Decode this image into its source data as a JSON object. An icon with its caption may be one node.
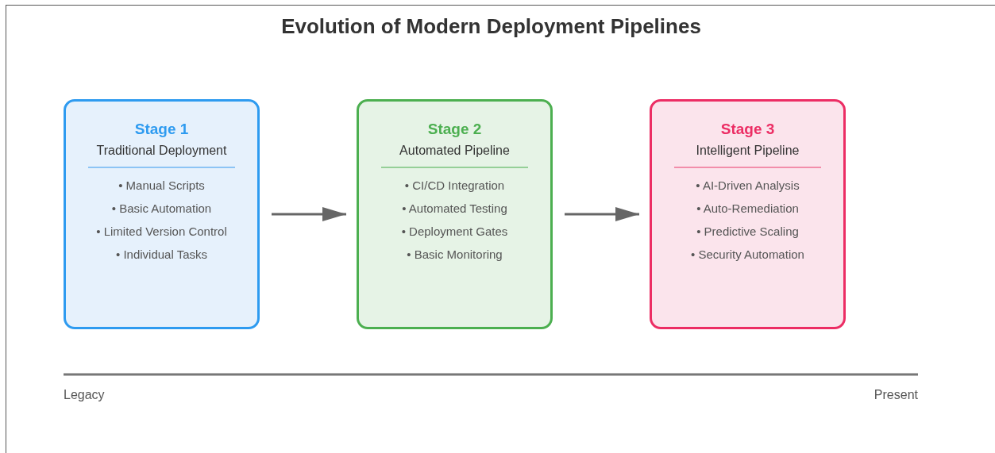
{
  "diagram": {
    "title": "Evolution of Modern Deployment Pipelines",
    "nodes": [
      {
        "text": [
          "Stage 1",
          "Traditional Deployment",
          "• Manual Scripts",
          "• Basic Automation",
          "• Limited Version Control",
          "• Individual Tasks"
        ]
      },
      {
        "text": [
          "Stage 2",
          "Automated Pipeline",
          "• CI/CD Integration",
          "• Automated Testing",
          "• Deployment Gates",
          "• Basic Monitoring"
        ]
      },
      {
        "text": [
          "Stage 3",
          "Intelligent Pipeline",
          "• AI-Driven Analysis",
          "• Auto-Remediation",
          "• Predictive Scaling",
          "• Security Automation"
        ]
      }
    ],
    "edges": [
      {
        "from": 0,
        "to": 1,
        "arrow": "to"
      },
      {
        "from": 1,
        "to": 2,
        "arrow": "to"
      }
    ],
    "labels": [
      "Legacy",
      "Present"
    ]
  }
}
